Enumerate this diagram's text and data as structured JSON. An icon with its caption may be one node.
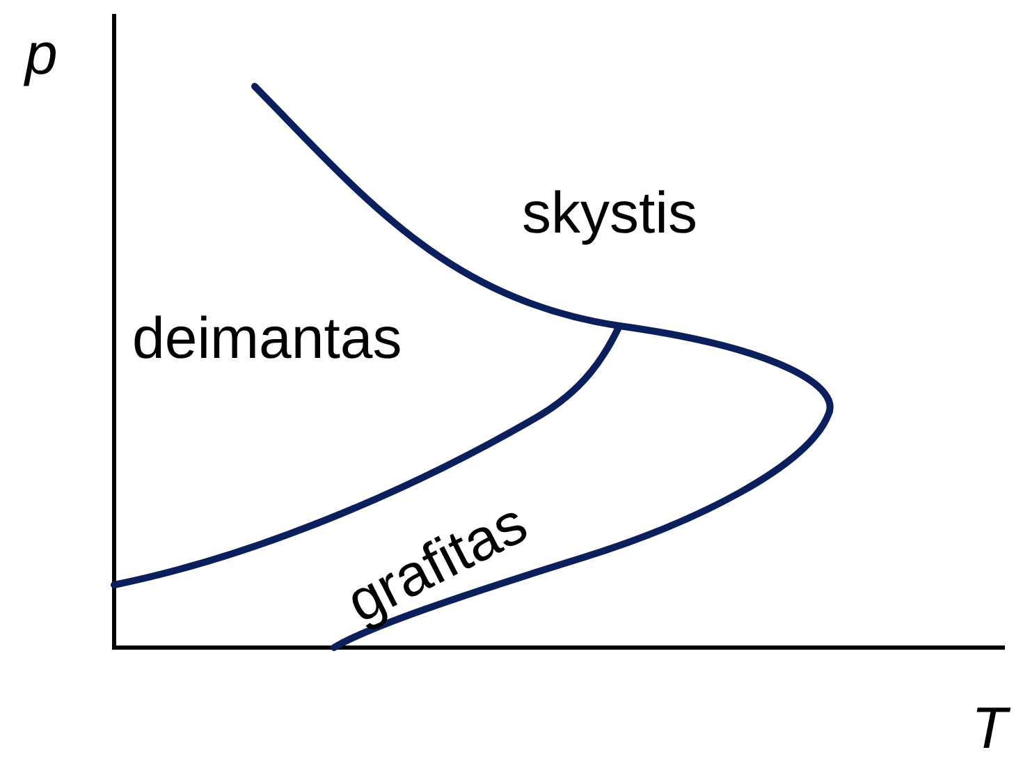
{
  "diagram": {
    "labels": [
      "p",
      "skystis",
      "deimantas",
      "grafitas",
      "T"
    ]
  }
}
